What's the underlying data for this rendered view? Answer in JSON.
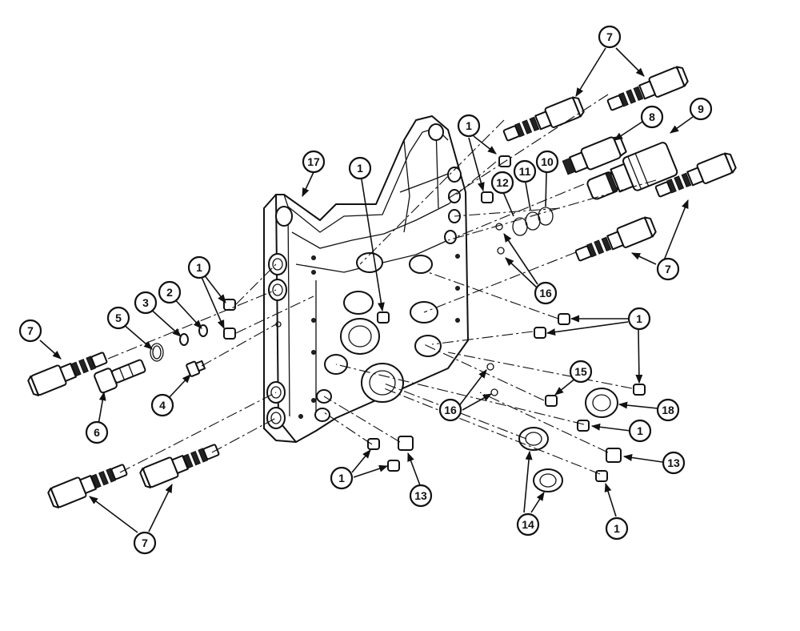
{
  "callouts": [
    {
      "id": "c1a",
      "text": "1"
    },
    {
      "id": "c1b",
      "text": "1"
    },
    {
      "id": "c1c",
      "text": "1"
    },
    {
      "id": "c1d",
      "text": "1"
    },
    {
      "id": "c1e",
      "text": "1"
    },
    {
      "id": "c1f",
      "text": "1"
    },
    {
      "id": "c1g",
      "text": "1"
    },
    {
      "id": "c2",
      "text": "2"
    },
    {
      "id": "c3",
      "text": "3"
    },
    {
      "id": "c4",
      "text": "4"
    },
    {
      "id": "c5",
      "text": "5"
    },
    {
      "id": "c6",
      "text": "6"
    },
    {
      "id": "c7a",
      "text": "7"
    },
    {
      "id": "c7b",
      "text": "7"
    },
    {
      "id": "c7c",
      "text": "7"
    },
    {
      "id": "c7d",
      "text": "7"
    },
    {
      "id": "c8",
      "text": "8"
    },
    {
      "id": "c9",
      "text": "9"
    },
    {
      "id": "c10",
      "text": "10"
    },
    {
      "id": "c11",
      "text": "11"
    },
    {
      "id": "c12",
      "text": "12"
    },
    {
      "id": "c13a",
      "text": "13"
    },
    {
      "id": "c13b",
      "text": "13"
    },
    {
      "id": "c14",
      "text": "14"
    },
    {
      "id": "c15",
      "text": "15"
    },
    {
      "id": "c16a",
      "text": "16"
    },
    {
      "id": "c16b",
      "text": "16"
    },
    {
      "id": "c17",
      "text": "17"
    },
    {
      "id": "c18",
      "text": "18"
    }
  ]
}
